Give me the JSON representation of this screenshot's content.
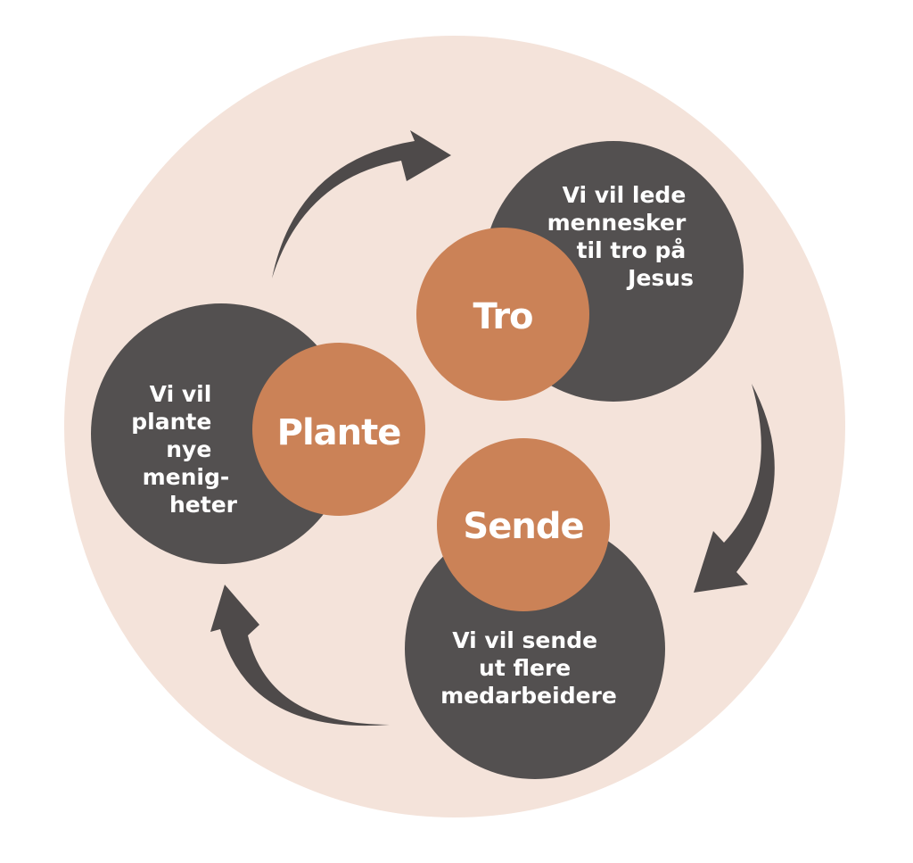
{
  "colors": {
    "background_disc": "#f4e3da",
    "dark_circle": "#535050",
    "accent_circle": "#cb8257",
    "arrow": "#4e4a4a",
    "text": "#ffffff"
  },
  "nodes": {
    "tro": {
      "label": "Tro",
      "description": [
        "Vi vil lede",
        "mennesker",
        "til tro på",
        "Jesus"
      ]
    },
    "sende": {
      "label": "Sende",
      "description": [
        "Vi vil sende",
        "ut flere",
        "medarbeidere"
      ]
    },
    "plante": {
      "label": "Plante",
      "description": [
        "Vi vil",
        "plante",
        "nye",
        "menig-",
        "heter"
      ]
    }
  }
}
